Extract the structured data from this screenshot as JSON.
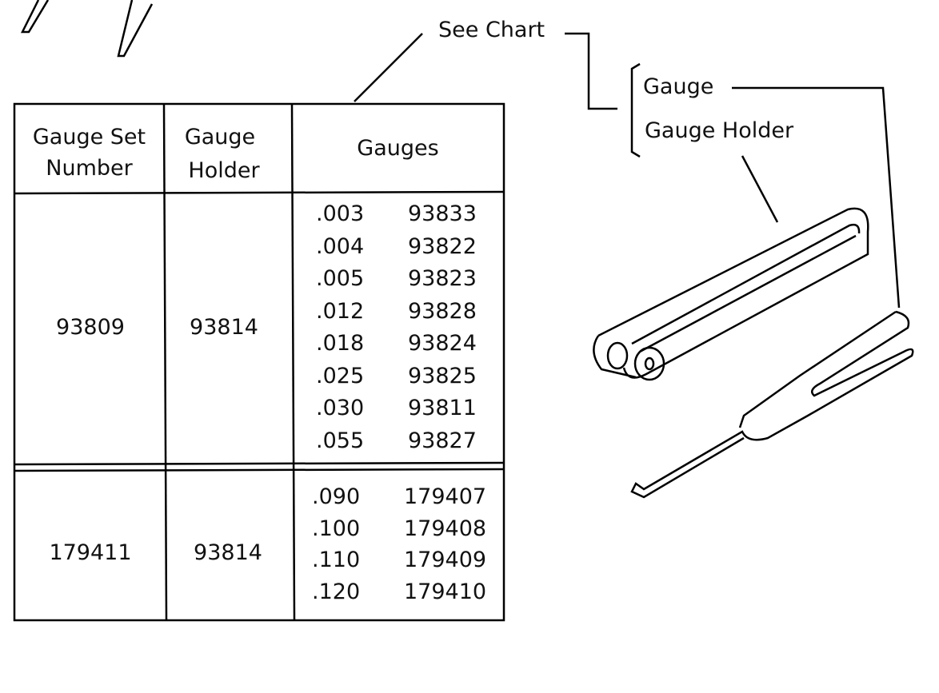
{
  "callouts": {
    "see_chart": "See Chart",
    "gauge": "Gauge",
    "gauge_holder": "Gauge Holder"
  },
  "table": {
    "headers": {
      "set_line1": "Gauge Set",
      "set_line2": "Number",
      "holder_line1": "Gauge",
      "holder_line2": "Holder",
      "gauges": "Gauges"
    },
    "rows": [
      {
        "set": "93809",
        "holder": "93814",
        "gauges": [
          [
            ".003",
            "93833"
          ],
          [
            ".004",
            "93822"
          ],
          [
            ".005",
            "93823"
          ],
          [
            ".012",
            "93828"
          ],
          [
            ".018",
            "93824"
          ],
          [
            ".025",
            "93825"
          ],
          [
            ".030",
            "93811"
          ],
          [
            ".055",
            "93827"
          ]
        ]
      },
      {
        "set": "179411",
        "holder": "93814",
        "gauges": [
          [
            ".090",
            "179407"
          ],
          [
            ".100",
            "179408"
          ],
          [
            ".110",
            "179409"
          ],
          [
            ".120",
            "179410"
          ]
        ]
      }
    ]
  }
}
